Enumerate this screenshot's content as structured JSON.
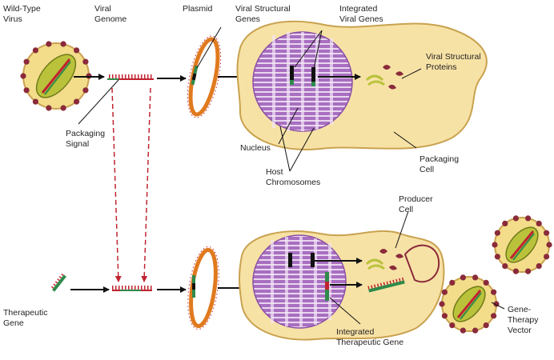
{
  "labels": {
    "wild_type_virus": [
      "Wild-Type",
      "Virus"
    ],
    "viral_genome": [
      "Viral",
      "Genome"
    ],
    "plasmid": [
      "Plasmid"
    ],
    "viral_structural_genes": [
      "Viral Structural",
      "Genes"
    ],
    "integrated_viral_genes": [
      "Integrated",
      "Viral Genes"
    ],
    "viral_structural_proteins": [
      "Viral Structural",
      "Proteins"
    ],
    "packaging_signal": [
      "Packaging",
      "Signal"
    ],
    "nucleus": [
      "Nucleus"
    ],
    "host_chromosomes": [
      "Host",
      "Chromosomes"
    ],
    "packaging_cell": [
      "Packaging",
      "Cell"
    ],
    "producer_cell": [
      "Producer",
      "Cell"
    ],
    "therapeutic_gene": [
      "Therapeutic",
      "Gene"
    ],
    "integrated_therapeutic_gene": [
      "Integrated",
      "Therapeutic Gene"
    ],
    "gene_therapy_vector": [
      "Gene-",
      "Therapy",
      "Vector"
    ]
  },
  "colors": {
    "cell_fill": "#f7e2a6",
    "cell_stroke": "#c9a24f",
    "nucleus_fill": "#a86fc0",
    "nucleus_stripe": "#e9d6f0",
    "virus_coat": "#8a2a3a",
    "virus_fill": "#f3dd8a",
    "capsid_green": "#b9c23a",
    "gene_green": "#2f8a4a",
    "gene_red": "#c0232f",
    "arrow": "#111111",
    "dashed_arrow": "#c0232f"
  },
  "icons": [
    "virus-icon",
    "plasmid-icon",
    "dna-strand-icon",
    "cell-icon",
    "nucleus-icon",
    "protein-icon"
  ]
}
